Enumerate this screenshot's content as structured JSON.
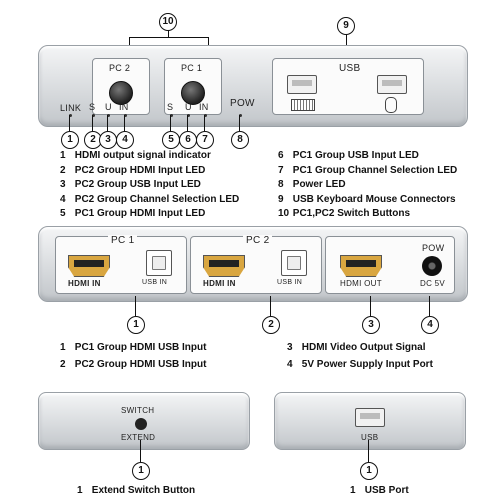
{
  "top_front": {
    "callout_10": "10",
    "callout_9": "9",
    "pc2_label": "PC 2",
    "pc1_label": "PC 1",
    "usb_label": "USB",
    "link_label": "LINK",
    "pc2_leds": [
      "S",
      "U",
      "IN"
    ],
    "pc1_leds": [
      "S",
      "U",
      "IN"
    ],
    "pow_label": "POW",
    "callouts": [
      "1",
      "2",
      "3",
      "4",
      "5",
      "6",
      "7",
      "8"
    ]
  },
  "legend_top": {
    "left": [
      {
        "n": "1",
        "text": "HDMI output signal indicator"
      },
      {
        "n": "2",
        "text": "PC2 Group HDMI Input LED"
      },
      {
        "n": "3",
        "text": "PC2 Group USB Input LED"
      },
      {
        "n": "4",
        "text": "PC2 Group Channel Selection LED"
      },
      {
        "n": "5",
        "text": "PC1 Group HDMI Input LED"
      }
    ],
    "right": [
      {
        "n": "6",
        "text": "PC1 Group USB Input LED"
      },
      {
        "n": "7",
        "text": "PC1 Group Channel Selection LED"
      },
      {
        "n": "8",
        "text": "Power LED"
      },
      {
        "n": "9",
        "text": "USB Keyboard Mouse Connectors"
      },
      {
        "n": "10",
        "text": "PC1,PC2 Switch Buttons"
      }
    ]
  },
  "back_panel": {
    "pc1_label": "PC 1",
    "pc2_label": "PC 2",
    "hdmi_in_1": "HDMI IN",
    "usb_in_1": "USB  IN",
    "hdmi_in_2": "HDMI IN",
    "usb_in_2": "USB  IN",
    "hdmi_out": "HDMI   OUT",
    "pow_label": "POW",
    "dc_label": "DC 5V",
    "callouts": [
      "1",
      "2",
      "3",
      "4"
    ]
  },
  "legend_back": {
    "left": [
      {
        "n": "1",
        "text": "PC1 Group HDMI USB Input"
      },
      {
        "n": "2",
        "text": "PC2 Group HDMI USB Input"
      }
    ],
    "right": [
      {
        "n": "3",
        "text": "HDMI Video Output Signal"
      },
      {
        "n": "4",
        "text": "5V Power Supply Input Port"
      }
    ]
  },
  "side_left": {
    "switch_label": "SWITCH",
    "extend_label": "EXTEND",
    "callout": "1",
    "caption_n": "1",
    "caption": "Extend Switch Button"
  },
  "side_right": {
    "usb_label": "USB",
    "callout": "1",
    "caption_n": "1",
    "caption": "USB Port"
  }
}
